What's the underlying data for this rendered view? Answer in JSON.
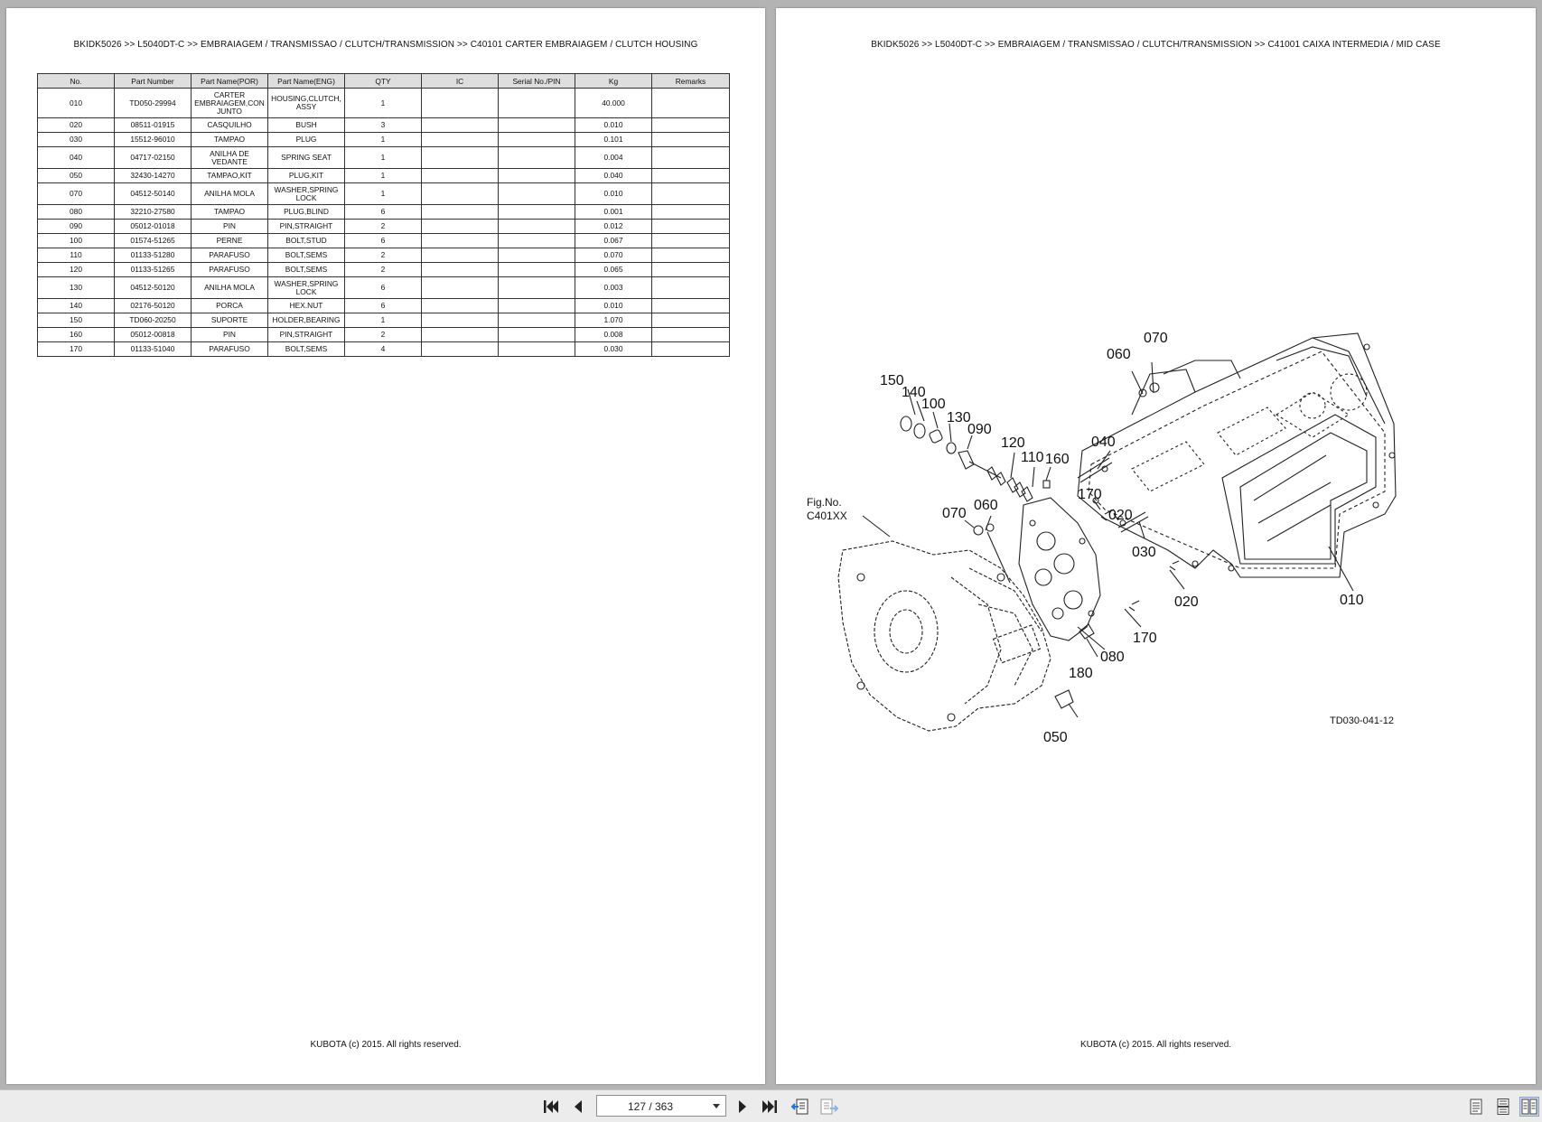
{
  "left_page": {
    "breadcrumb": "BKIDK5026 >> L5040DT-C >> EMBRAIAGEM / TRANSMISSAO / CLUTCH/TRANSMISSION >> C40101   CARTER EMBRAIAGEM / CLUTCH HOUSING",
    "footer": "KUBOTA (c) 2015. All rights reserved.",
    "table": {
      "headers": [
        "No.",
        "Part Number",
        "Part Name(POR)",
        "Part Name(ENG)",
        "QTY",
        "IC",
        "Serial No./PIN",
        "Kg",
        "Remarks"
      ],
      "rows": [
        {
          "no": "010",
          "part_number": "TD050-29994",
          "name_por": "CARTER EMBRAIAGEM,CON JUNTO",
          "name_eng": "HOUSING,CLUTCH, ASSY",
          "qty": "1",
          "ic": "",
          "serial": "",
          "kg": "40.000",
          "remarks": ""
        },
        {
          "no": "020",
          "part_number": "08511-01915",
          "name_por": "CASQUILHO",
          "name_eng": "BUSH",
          "qty": "3",
          "ic": "",
          "serial": "",
          "kg": "0.010",
          "remarks": ""
        },
        {
          "no": "030",
          "part_number": "15512-96010",
          "name_por": "TAMPAO",
          "name_eng": "PLUG",
          "qty": "1",
          "ic": "",
          "serial": "",
          "kg": "0.101",
          "remarks": ""
        },
        {
          "no": "040",
          "part_number": "04717-02150",
          "name_por": "ANILHA DE VEDANTE",
          "name_eng": "SPRING SEAT",
          "qty": "1",
          "ic": "",
          "serial": "",
          "kg": "0.004",
          "remarks": ""
        },
        {
          "no": "050",
          "part_number": "32430-14270",
          "name_por": "TAMPAO,KIT",
          "name_eng": "PLUG,KIT",
          "qty": "1",
          "ic": "",
          "serial": "",
          "kg": "0.040",
          "remarks": ""
        },
        {
          "no": "070",
          "part_number": "04512-50140",
          "name_por": "ANILHA MOLA",
          "name_eng": "WASHER,SPRING LOCK",
          "qty": "1",
          "ic": "",
          "serial": "",
          "kg": "0.010",
          "remarks": ""
        },
        {
          "no": "080",
          "part_number": "32210-27580",
          "name_por": "TAMPAO",
          "name_eng": "PLUG,BLIND",
          "qty": "6",
          "ic": "",
          "serial": "",
          "kg": "0.001",
          "remarks": ""
        },
        {
          "no": "090",
          "part_number": "05012-01018",
          "name_por": "PIN",
          "name_eng": "PIN,STRAIGHT",
          "qty": "2",
          "ic": "",
          "serial": "",
          "kg": "0.012",
          "remarks": ""
        },
        {
          "no": "100",
          "part_number": "01574-51265",
          "name_por": "PERNE",
          "name_eng": "BOLT,STUD",
          "qty": "6",
          "ic": "",
          "serial": "",
          "kg": "0.067",
          "remarks": ""
        },
        {
          "no": "110",
          "part_number": "01133-51280",
          "name_por": "PARAFUSO",
          "name_eng": "BOLT,SEMS",
          "qty": "2",
          "ic": "",
          "serial": "",
          "kg": "0.070",
          "remarks": ""
        },
        {
          "no": "120",
          "part_number": "01133-51265",
          "name_por": "PARAFUSO",
          "name_eng": "BOLT,SEMS",
          "qty": "2",
          "ic": "",
          "serial": "",
          "kg": "0.065",
          "remarks": ""
        },
        {
          "no": "130",
          "part_number": "04512-50120",
          "name_por": "ANILHA MOLA",
          "name_eng": "WASHER,SPRING LOCK",
          "qty": "6",
          "ic": "",
          "serial": "",
          "kg": "0.003",
          "remarks": ""
        },
        {
          "no": "140",
          "part_number": "02176-50120",
          "name_por": "PORCA",
          "name_eng": "HEX.NUT",
          "qty": "6",
          "ic": "",
          "serial": "",
          "kg": "0.010",
          "remarks": ""
        },
        {
          "no": "150",
          "part_number": "TD060-20250",
          "name_por": "SUPORTE",
          "name_eng": "HOLDER,BEARING",
          "qty": "1",
          "ic": "",
          "serial": "",
          "kg": "1.070",
          "remarks": ""
        },
        {
          "no": "160",
          "part_number": "05012-00818",
          "name_por": "PIN",
          "name_eng": "PIN,STRAIGHT",
          "qty": "2",
          "ic": "",
          "serial": "",
          "kg": "0.008",
          "remarks": ""
        },
        {
          "no": "170",
          "part_number": "01133-51040",
          "name_por": "PARAFUSO",
          "name_eng": "BOLT,SEMS",
          "qty": "4",
          "ic": "",
          "serial": "",
          "kg": "0.030",
          "remarks": ""
        }
      ]
    }
  },
  "right_page": {
    "breadcrumb": "BKIDK5026 >> L5040DT-C >> EMBRAIAGEM / TRANSMISSAO / CLUTCH/TRANSMISSION >> C41001   CAIXA INTERMEDIA / MID CASE",
    "footer": "KUBOTA (c) 2015. All rights reserved.",
    "diagram": {
      "fig_label_line1": "Fig.No.",
      "fig_label_line2": "C401XX",
      "drawing_code": "TD030-041-12",
      "callouts": [
        "070",
        "060",
        "150",
        "140",
        "100",
        "130",
        "090",
        "120",
        "110",
        "160",
        "040",
        "170",
        "020",
        "060",
        "070",
        "030",
        "020",
        "010",
        "170",
        "080",
        "180",
        "050"
      ]
    }
  },
  "toolbar": {
    "page_indicator": "127 / 363",
    "icons": [
      "first-page-icon",
      "previous-page-icon",
      "next-page-icon",
      "last-page-icon",
      "previous-view-icon",
      "next-view-icon",
      "single-page-view-icon",
      "continuous-view-icon",
      "two-page-view-icon"
    ]
  }
}
